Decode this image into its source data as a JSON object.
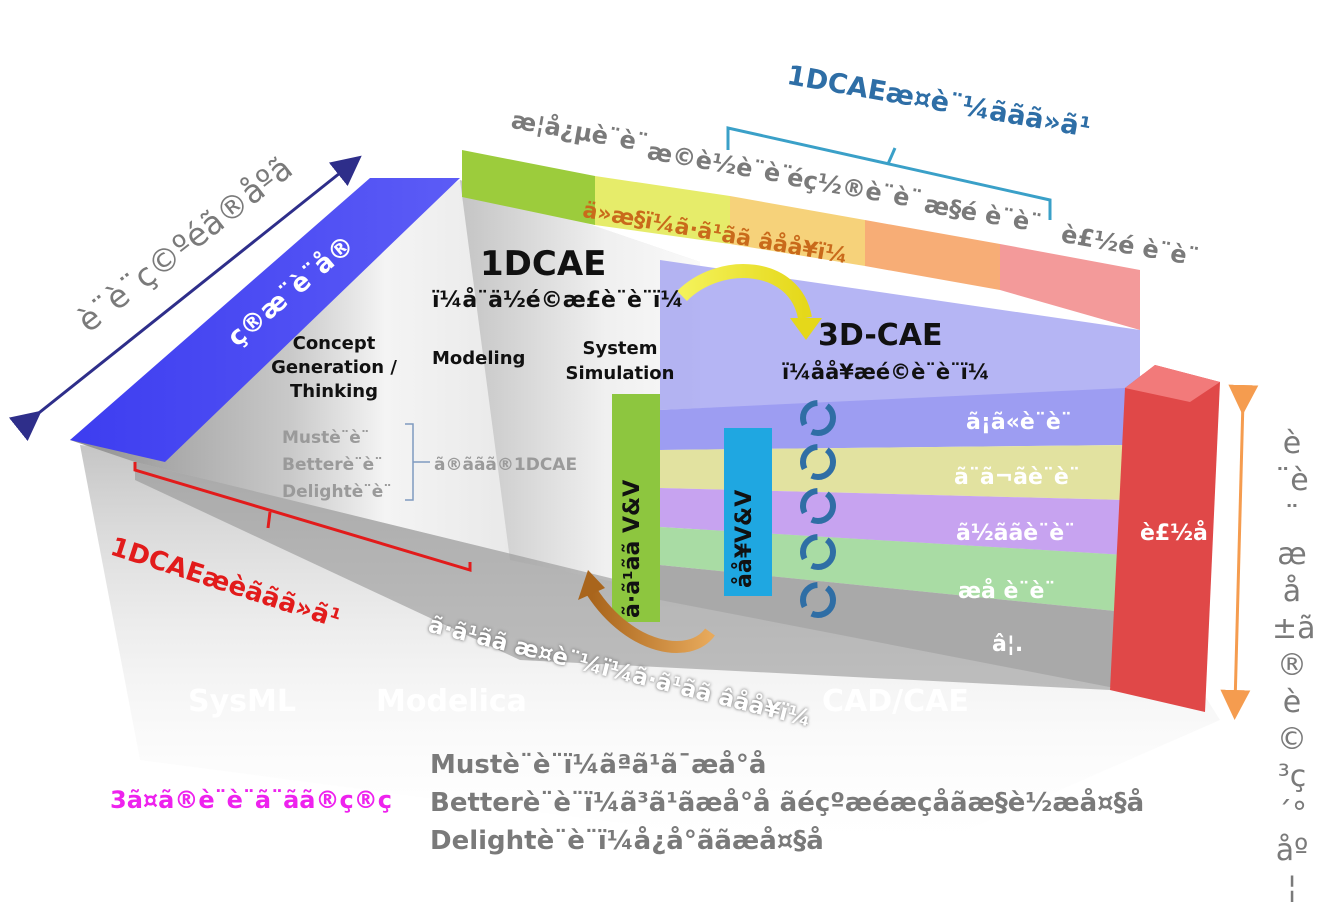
{
  "header": {
    "verification_process": "1DCAEæ¤è¨¼ãã­ã»ã¹",
    "phases": [
      "æ¦å¿µè¨­è¨",
      "æ©è½è¨­è¨",
      "éç½®è¨­è¨",
      "æ§é è¨­è¨",
      "è£½é è¨­è¨"
    ],
    "phase_colors": [
      "#9ccc3c",
      "#e6ec6a",
      "#f6d27a",
      "#f7ad76",
      "#f39a9a"
    ],
    "spec_flow": "ä»æ§ï¼ã·ã¹ãã âåå¥ï¼"
  },
  "left_axis": {
    "label": "è¨­è¨ç©ºéã®åºã",
    "goal_setting": "ç®æ¨è¨­å®"
  },
  "one_dcae": {
    "title": "1DCAE",
    "subtitle": "ï¼å¨ä½é©æ­£è¨­è¨ï¼",
    "stages": [
      "Concept Generation / Thinking",
      "Modeling",
      "System Simulation"
    ],
    "designs": [
      "Mustè¨­è¨",
      "Betterè¨­è¨",
      "Delightè¨­è¨"
    ],
    "for_label": "ã®ããã®1DCAE",
    "thinking_process": "1DCAEæèãã­ã»ã¹"
  },
  "three_d_cae": {
    "title": "3D-CAE",
    "subtitle": "ï¼åå¥æé©è¨­è¨ï¼",
    "layers": [
      "ã¡ã«è¨­è¨",
      "ã¨ã¬ã­è¨­è¨",
      "ã½ããè¨­è¨",
      "æå è¨­è¨",
      "â¦."
    ],
    "layer_colors": [
      "#9d9df2",
      "#e2e2a0",
      "#c7a3f0",
      "#a9dca4",
      "#a9a9a9"
    ],
    "product": "è£½å"
  },
  "vv": {
    "system": "ã·ã¹ãã V&V",
    "individual": "åå¥V&V",
    "system_color": "#8dc63f",
    "individual_color": "#1fa7e1"
  },
  "system_verification": "ã·ã¹ãã æ¤è¨¼ï¼ã·ã¹ãã âåå¥ï¼",
  "tools": [
    "SysML",
    "Modelica",
    "CAD/CAE"
  ],
  "right_axis": {
    "label": "è¨­è¨æå ±ã®è©³ç´°åº¦"
  },
  "purposes": {
    "title": "3ã¤ã®è¨­è¨ã¨ãã®ç®ç",
    "lines": [
      "Mustè¨­è¨ï¼ãªã¹ã¯æå°å",
      "Betterè¨­è¨ï¼ã³ã¹ãæå°å ãéçºæéæç­åãæ§è½æå¤§å",
      "Delightè¨­è¨ï¼å¿å°ããæå¤§å"
    ]
  }
}
